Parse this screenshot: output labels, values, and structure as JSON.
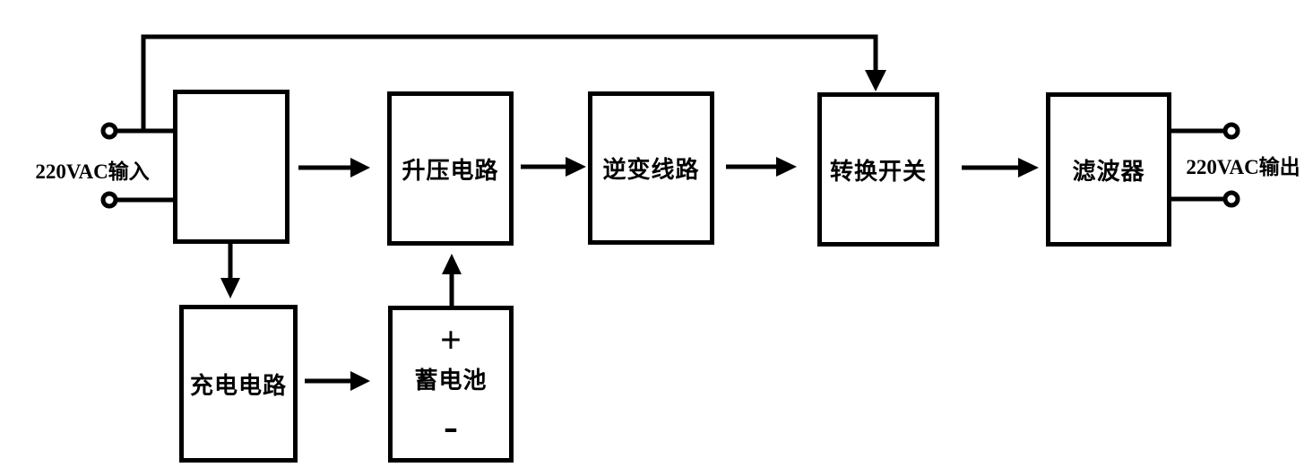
{
  "diagram": {
    "type": "ups-power-supply-block-diagram",
    "colors": {
      "line": "#000000",
      "background": "#ffffff"
    },
    "io": {
      "input_label": "220VAC输入",
      "output_label": "220VAC输出"
    },
    "blocks": {
      "rectifier": {
        "label": "",
        "icon": "bridge-rectifier-diode-icon"
      },
      "boost": {
        "label": "升压电路"
      },
      "inverter": {
        "label": "逆变线路"
      },
      "transfer_switch": {
        "label": "转换开关"
      },
      "filter": {
        "label": "滤波器"
      },
      "charger": {
        "label": "充电电路"
      },
      "battery": {
        "label": "蓄电池",
        "positive": "+",
        "negative": "-"
      }
    },
    "connections": [
      {
        "from": "ac-input",
        "to": "rectifier"
      },
      {
        "from": "ac-input",
        "to": "transfer_switch",
        "via": "top-bypass-line"
      },
      {
        "from": "rectifier",
        "to": "boost"
      },
      {
        "from": "boost",
        "to": "inverter"
      },
      {
        "from": "inverter",
        "to": "transfer_switch"
      },
      {
        "from": "transfer_switch",
        "to": "filter"
      },
      {
        "from": "filter",
        "to": "ac-output"
      },
      {
        "from": "rectifier",
        "to": "charger"
      },
      {
        "from": "charger",
        "to": "battery"
      },
      {
        "from": "battery",
        "to": "boost"
      }
    ]
  }
}
